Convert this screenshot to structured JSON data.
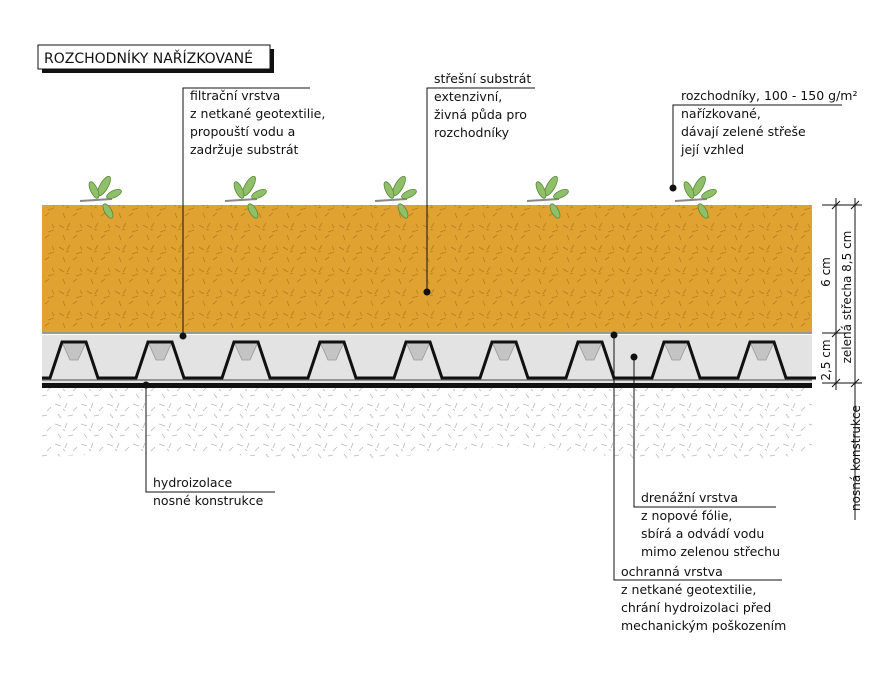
{
  "title": "ROZCHODNÍKY NAŘÍZKOVANÉ",
  "colors": {
    "substrate": "#e0a332",
    "substrate_mark": "#b57e1c",
    "drain_fill": "#e3e3e3",
    "ground_mark": "#b9b9b9",
    "plant": "#8fc069",
    "line": "#111111"
  },
  "labels": {
    "filtration": [
      "filtrační vrstva",
      "z netkané geotextilie,",
      "propouští vodu a",
      "zadržuje substrát"
    ],
    "substrate": [
      "střešní substrát",
      "extenzivní,",
      "živná půda pro",
      "rozchodníky"
    ],
    "plants": [
      "rozchodníky, 100 - 150 g/m²",
      "nařízkované,",
      "dávají zelené střeše",
      "její vzhled"
    ],
    "waterproofing": [
      "hydroizolace",
      "nosné konstrukce"
    ],
    "drainage": [
      "drenážní vrstva",
      "z nopové fólie,",
      "sbírá a odvádí vodu",
      "mimo zelenou střechu"
    ],
    "protection": [
      "ochranná vrstva",
      "z netkané geotextilie,",
      "chrání hydroizolaci před",
      "mechanickým poškozením"
    ]
  },
  "dimensions": {
    "substrate": "6 cm",
    "drainage": "2,5 cm",
    "green_roof": "zelená střecha 8,5 cm",
    "structure": "nosná konstrukce"
  }
}
